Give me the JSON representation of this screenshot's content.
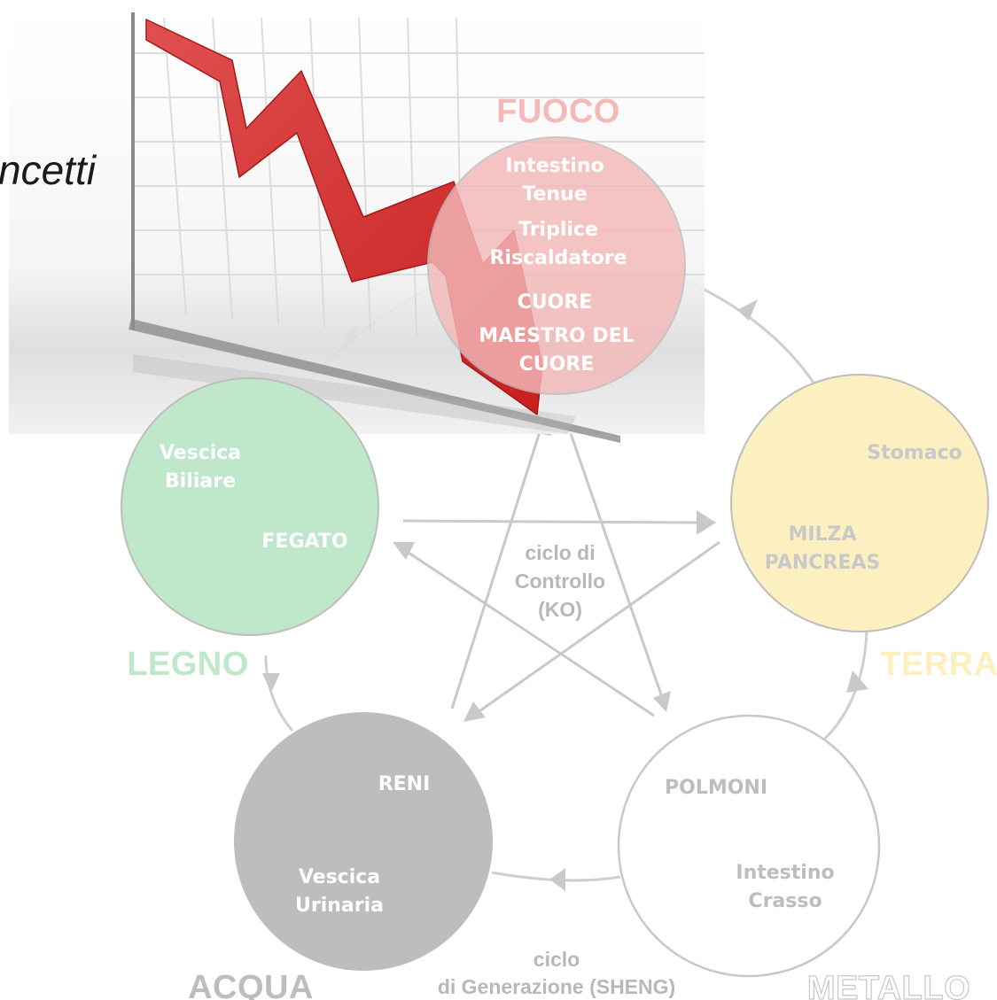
{
  "heading_fragment": "ncetti",
  "elements": {
    "fuoco": {
      "name": "FUOCO",
      "organs": [
        "Intestino",
        "Tenue",
        "Triplice",
        "Riscaldatore",
        "CUORE",
        "MAESTRO DEL",
        "CUORE"
      ],
      "color": "#f4b9b9"
    },
    "terra": {
      "name": "TERRA",
      "organs": [
        "Stomaco",
        "MILZA",
        "PANCREAS"
      ],
      "color": "#fcefc0"
    },
    "metallo": {
      "name": "METALLO",
      "organs": [
        "POLMONI",
        "Intestino",
        "Crasso"
      ],
      "color": "#ffffff"
    },
    "acqua": {
      "name": "ACQUA",
      "organs": [
        "RENI",
        "Vescica",
        "Urinaria"
      ],
      "color": "#bdbdbd"
    },
    "legno": {
      "name": "LEGNO",
      "organs": [
        "Vescica",
        "Biliare",
        "FEGATO"
      ],
      "color": "#bfe8cb"
    }
  },
  "cycles": {
    "control": [
      "ciclo di",
      "Controllo",
      "(KO)"
    ],
    "generation": [
      "ciclo",
      "di Generazione (SHENG)"
    ]
  },
  "chart_trend": "downward"
}
